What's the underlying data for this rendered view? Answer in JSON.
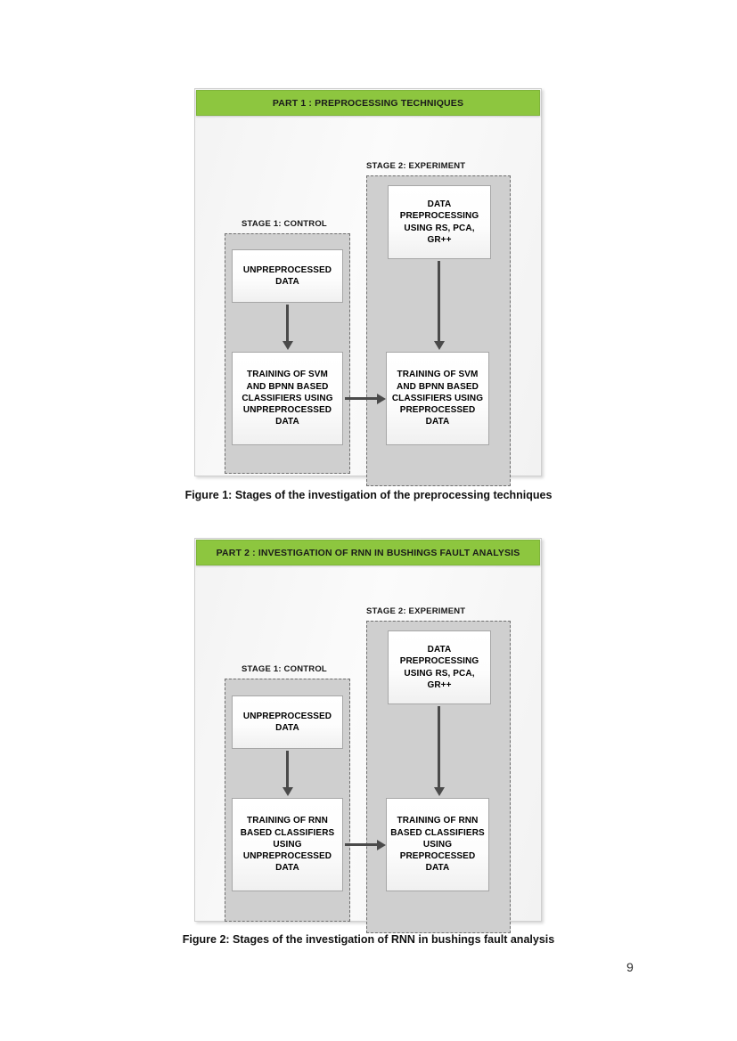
{
  "page": {
    "number": "9"
  },
  "figure1": {
    "part_header": "PART 1 : PREPROCESSING TECHNIQUES",
    "stage1_label": "STAGE 1: CONTROL",
    "stage2_label": "STAGE 2: EXPERIMENT",
    "nodes": {
      "control_input": "UNPREPROCESSED DATA",
      "control_training": "TRAINING OF SVM AND BPNN BASED CLASSIFIERS USING UNPREPROCESSED DATA",
      "experiment_preprocessing": "DATA PREPROCESSING USING RS, PCA, GR++",
      "experiment_training": "TRAINING OF SVM AND BPNN BASED CLASSIFIERS USING PREPROCESSED DATA"
    },
    "caption": "Figure 1: Stages of the investigation of the preprocessing techniques"
  },
  "figure2": {
    "part_header": "PART 2 : INVESTIGATION OF RNN IN BUSHINGS FAULT ANALYSIS",
    "stage1_label": "STAGE 1: CONTROL",
    "stage2_label": "STAGE 2: EXPERIMENT",
    "nodes": {
      "control_input": "UNPREPROCESSED DATA",
      "control_training": "TRAINING OF RNN BASED CLASSIFIERS USING UNPREPROCESSED DATA",
      "experiment_preprocessing": "DATA PREPROCESSING USING RS, PCA, GR++",
      "experiment_training": "TRAINING OF RNN BASED CLASSIFIERS USING PREPROCESSED DATA"
    },
    "caption": "Figure 2: Stages of the investigation of RNN in bushings fault analysis"
  },
  "colors": {
    "header_green": "#8dc63f",
    "stage_gray": "#cfcfcf",
    "arrow_gray": "#4a4a4a",
    "node_border": "#a6a6a6"
  }
}
